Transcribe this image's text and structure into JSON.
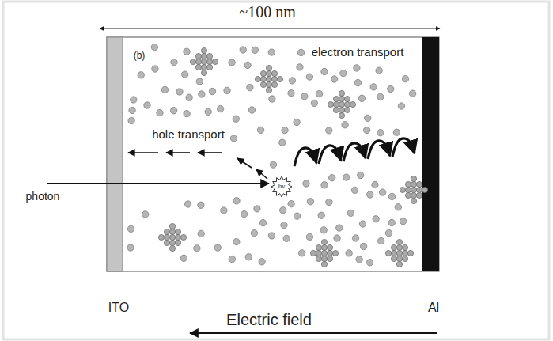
{
  "diagram": {
    "labels": [
      "~100 nm",
      "(b)",
      "electron transport",
      "hole transport",
      "photon",
      "hν",
      "ITO",
      "Al",
      "Electric field"
    ]
  }
}
